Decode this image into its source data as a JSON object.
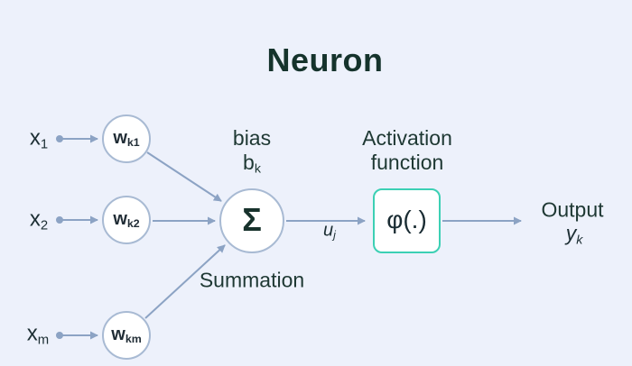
{
  "title": "Neuron",
  "colors": {
    "background": "#edf1fb",
    "wire": "#8ca3c4",
    "node_border": "#a8bad3",
    "activation_border": "#3cd0b4",
    "title_text": "#15332c",
    "label_text": "#1e3833"
  },
  "inputs": [
    {
      "base": "x",
      "sub": "1"
    },
    {
      "base": "x",
      "sub": "2"
    },
    {
      "base": "x",
      "sub": "m"
    }
  ],
  "weights": [
    {
      "base": "w",
      "sub": "k1"
    },
    {
      "base": "w",
      "sub": "k2"
    },
    {
      "base": "w",
      "sub": "km"
    }
  ],
  "bias": {
    "word": "bias",
    "base": "b",
    "sub": "k"
  },
  "summation": {
    "symbol": "Σ",
    "label": "Summation"
  },
  "activation": {
    "line1": "Activation",
    "line2": "function",
    "symbol": "φ(.)"
  },
  "signal": {
    "base": "u",
    "sub": "j"
  },
  "output": {
    "label": "Output",
    "base": "y",
    "sub": "k"
  }
}
